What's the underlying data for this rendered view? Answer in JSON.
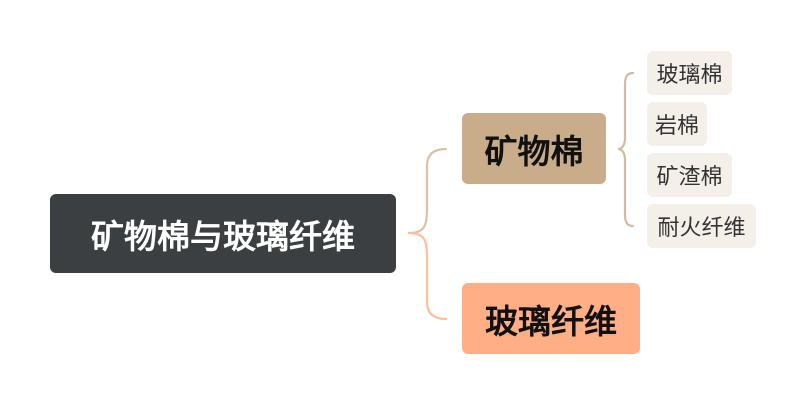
{
  "root": {
    "label": "矿物棉与玻璃纤维"
  },
  "branches": [
    {
      "label": "矿物棉",
      "color": "#c9ad8b",
      "children": [
        "玻璃棉",
        "岩棉",
        "矿渣棉",
        "耐火纤维"
      ]
    },
    {
      "label": "玻璃纤维",
      "color": "#ffae86",
      "children": []
    }
  ],
  "colors": {
    "root_bg": "#3b3f42",
    "leaf_bg": "#f4efe9",
    "bracket_mineral": "#c9ad8b",
    "bracket_glass": "#ffb996"
  }
}
